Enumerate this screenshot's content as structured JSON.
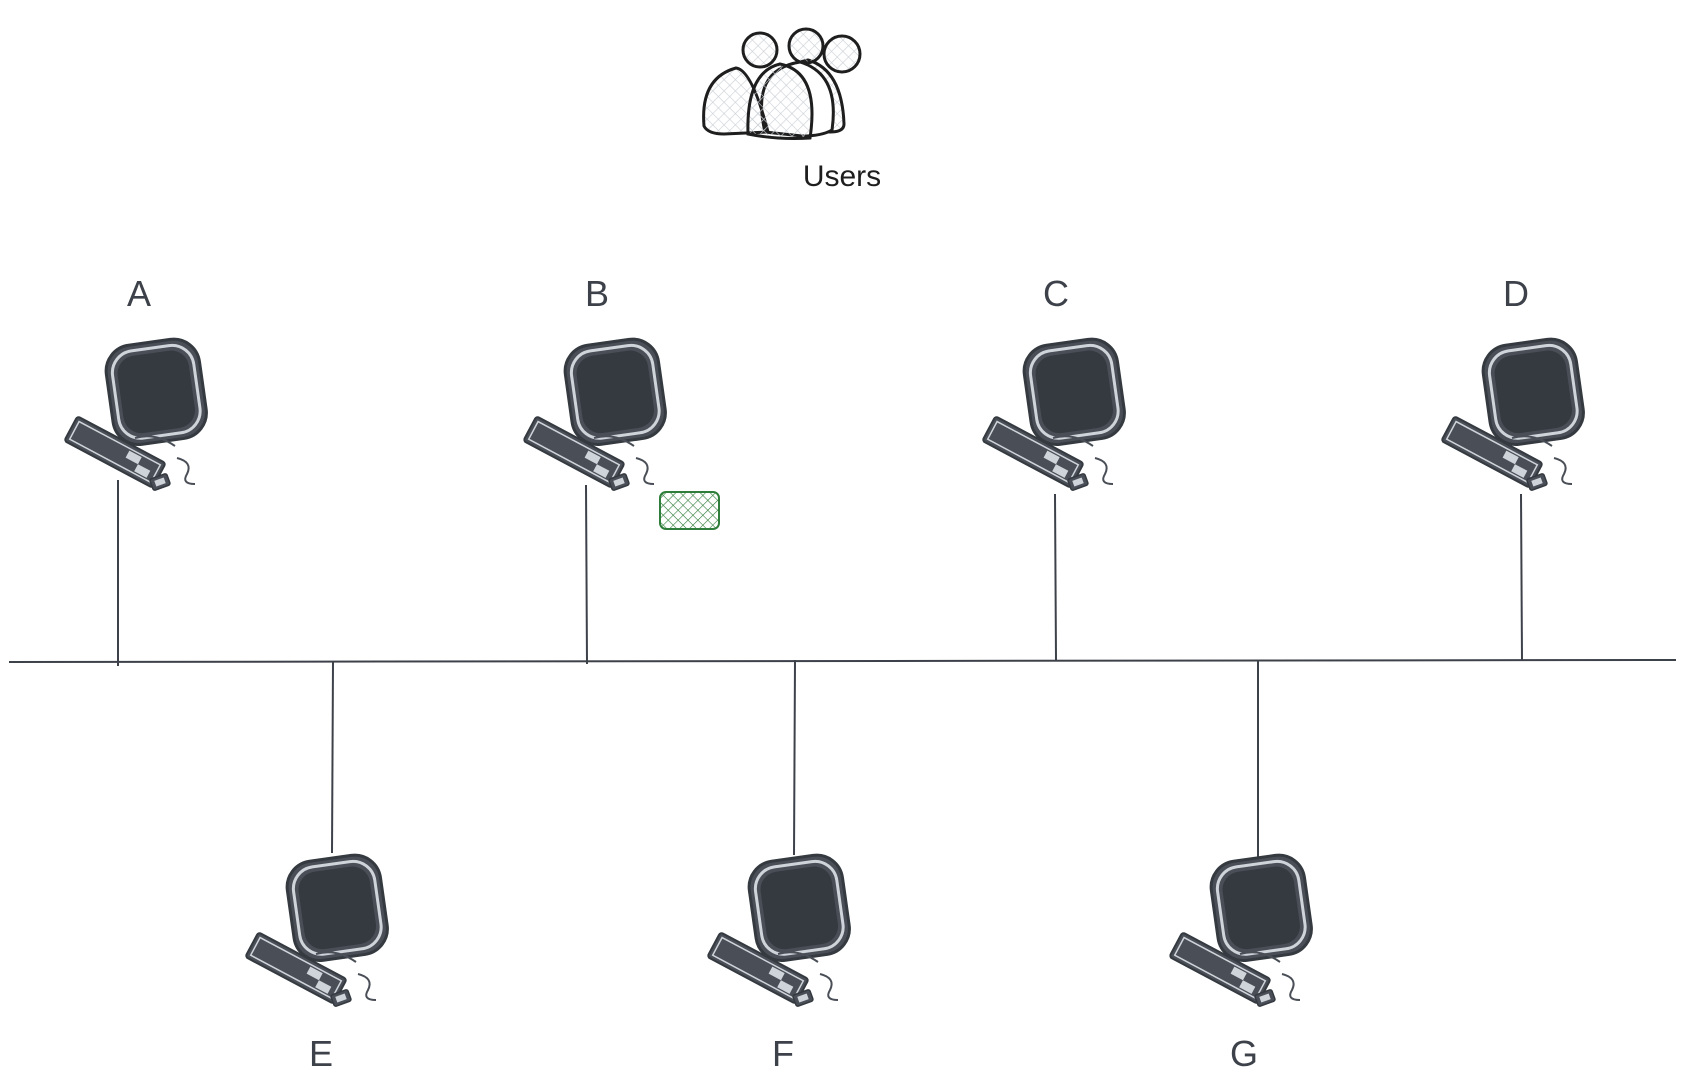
{
  "diagram": {
    "type": "bus-topology",
    "users": {
      "label": "Users",
      "icon": "users-group-icon"
    },
    "nodes_top": [
      {
        "label": "A",
        "icon": "computer-icon"
      },
      {
        "label": "B",
        "icon": "computer-icon"
      },
      {
        "label": "C",
        "icon": "computer-icon"
      },
      {
        "label": "D",
        "icon": "computer-icon"
      }
    ],
    "nodes_bottom": [
      {
        "label": "E",
        "icon": "computer-icon"
      },
      {
        "label": "F",
        "icon": "computer-icon"
      },
      {
        "label": "G",
        "icon": "computer-icon"
      }
    ],
    "packet": {
      "icon": "data-packet-icon",
      "color": "#2f7d3a"
    },
    "colors": {
      "line": "#3d4149",
      "screen": "#343a40",
      "body": "#4a4f57",
      "accent": "#ced4da"
    }
  }
}
